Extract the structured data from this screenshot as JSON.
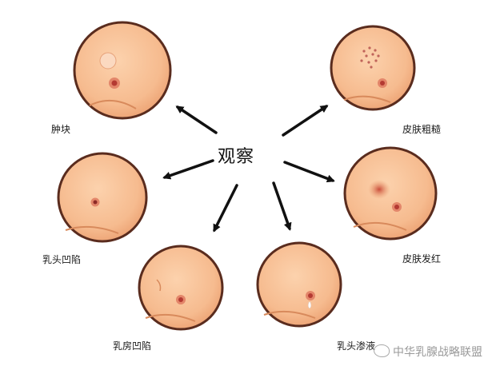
{
  "center": {
    "label": "观察"
  },
  "items": [
    {
      "id": "lump",
      "label": "肿块"
    },
    {
      "id": "skin-rough",
      "label": "皮肤粗糙"
    },
    {
      "id": "nipple-inversion",
      "label": "乳头凹陷"
    },
    {
      "id": "skin-red",
      "label": "皮肤发红"
    },
    {
      "id": "breast-dimple",
      "label": "乳房凹陷"
    },
    {
      "id": "nipple-discharge",
      "label": "乳头渗液"
    }
  ],
  "watermark": {
    "text": "中华乳腺战略联盟"
  },
  "colors": {
    "skin": "#f6bb8f",
    "skin_shade": "#e99a6b",
    "outline": "#5a2c1e",
    "areola": "#c2433a",
    "arrow": "#111111"
  }
}
